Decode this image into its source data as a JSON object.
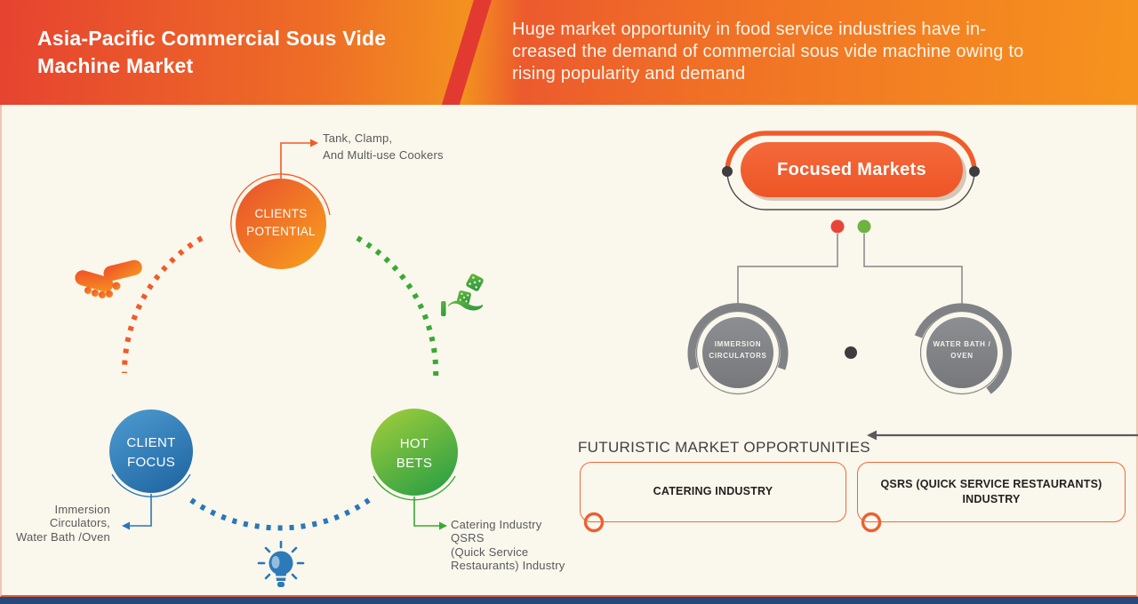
{
  "header": {
    "title": "Asia-Pacific Commercial Sous Vide\nMachine Market",
    "subtitle": "Huge market opportunity in food service industries have in-\ncreased the demand of commercial sous vide machine owing to\nrising popularity and demand"
  },
  "diagram": {
    "clients_potential": {
      "label": "CLIENTS\nPOTENTIAL",
      "annotation": "Tank, Clamp,\nAnd Multi-use Cookers"
    },
    "client_focus": {
      "label": "CLIENT\nFOCUS",
      "annotation": "Immersion\nCirculators,\nWater Bath /Oven"
    },
    "hot_bets": {
      "label": "HOT\nBETS",
      "annotation": "Catering Industry\nQSRS\n(Quick Service\nRestaurants) Industry"
    }
  },
  "focused_markets": {
    "label": "Focused Markets",
    "nodes": [
      {
        "label": "IMMERSION\nCIRCULATORS"
      },
      {
        "label": "WATER BATH /\nOVEN"
      }
    ]
  },
  "futuristic": {
    "heading": "FUTURISTIC MARKET OPPORTUNITIES",
    "boxes": [
      {
        "label": "CATERING INDUSTRY"
      },
      {
        "label": "QSRS (QUICK SERVICE RESTAURANTS)\nINDUSTRY"
      }
    ]
  },
  "icons": [
    "handshake-icon",
    "dice-hand-icon",
    "lightbulb-icon"
  ],
  "colors": {
    "header_red": "#e64330",
    "header_orange": "#f6931e",
    "background_cream": "#faf7ec",
    "accent_orange": "#f15a29",
    "accent_green": "#39a935",
    "accent_blue": "#2a77b8",
    "node_gray": "#85878a",
    "text_gray": "#58595b",
    "heading_dark": "#414042",
    "footer_blue": "#24497a",
    "red_dot": "#e8453a",
    "green_dot": "#6cb33f"
  }
}
